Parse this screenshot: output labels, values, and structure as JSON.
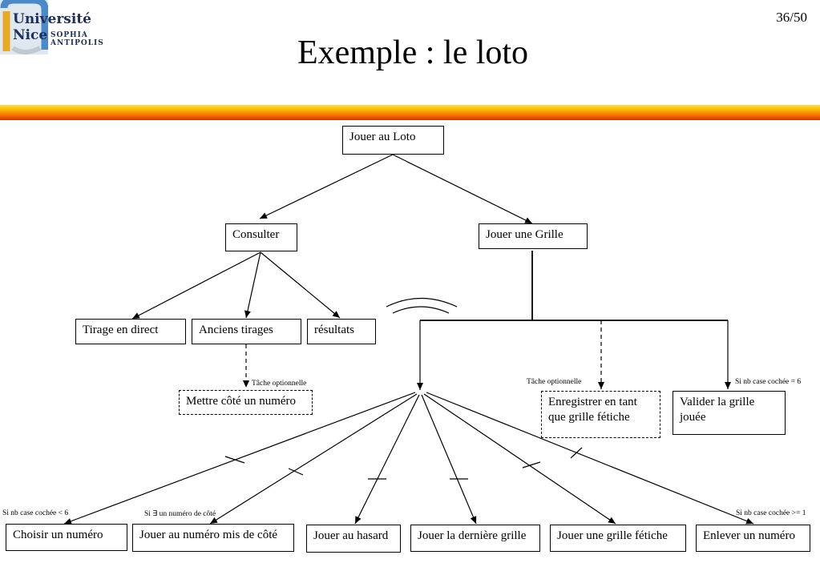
{
  "header": {
    "logo_line1": "Université",
    "logo_line2": "Nice",
    "logo_line3": "SOPHIA ANTIPOLIS",
    "page_number": "36/50",
    "title": "Exemple : le loto"
  },
  "diagram": {
    "root": "Jouer au Loto",
    "consulter": "Consulter",
    "jouer_grille": "Jouer une Grille",
    "tirage_direct": "Tirage en direct",
    "anciens_tirages": "Anciens tirages",
    "resultats": "résultats",
    "mettre_cote": "Mettre côté un numéro",
    "enregistrer": "Enregistrer en tant que grille fétiche",
    "valider": "Valider la grille jouée",
    "choisir": "Choisir un numéro",
    "jouer_mis_cote": "Jouer au numéro mis de côté",
    "jouer_hasard": "Jouer au hasard",
    "jouer_derniere": "Jouer la dernière grille",
    "jouer_fetiche": "Jouer une grille fétiche",
    "enlever": "Enlever un numéro",
    "note_optional_1": "Tâche optionnelle",
    "note_optional_2": "Tâche optionnelle",
    "note_nb_6": "Si nb case cochée = 6",
    "note_lt_6": "Si nb case cochée < 6",
    "note_exists": "Si ∃ un numéro de côté",
    "note_ge_1": "Si nb case cochée >= 1"
  },
  "colors": {
    "bar_top": "#ffe040",
    "bar_bottom": "#e03000",
    "logo_blue": "#1f2f5a"
  }
}
